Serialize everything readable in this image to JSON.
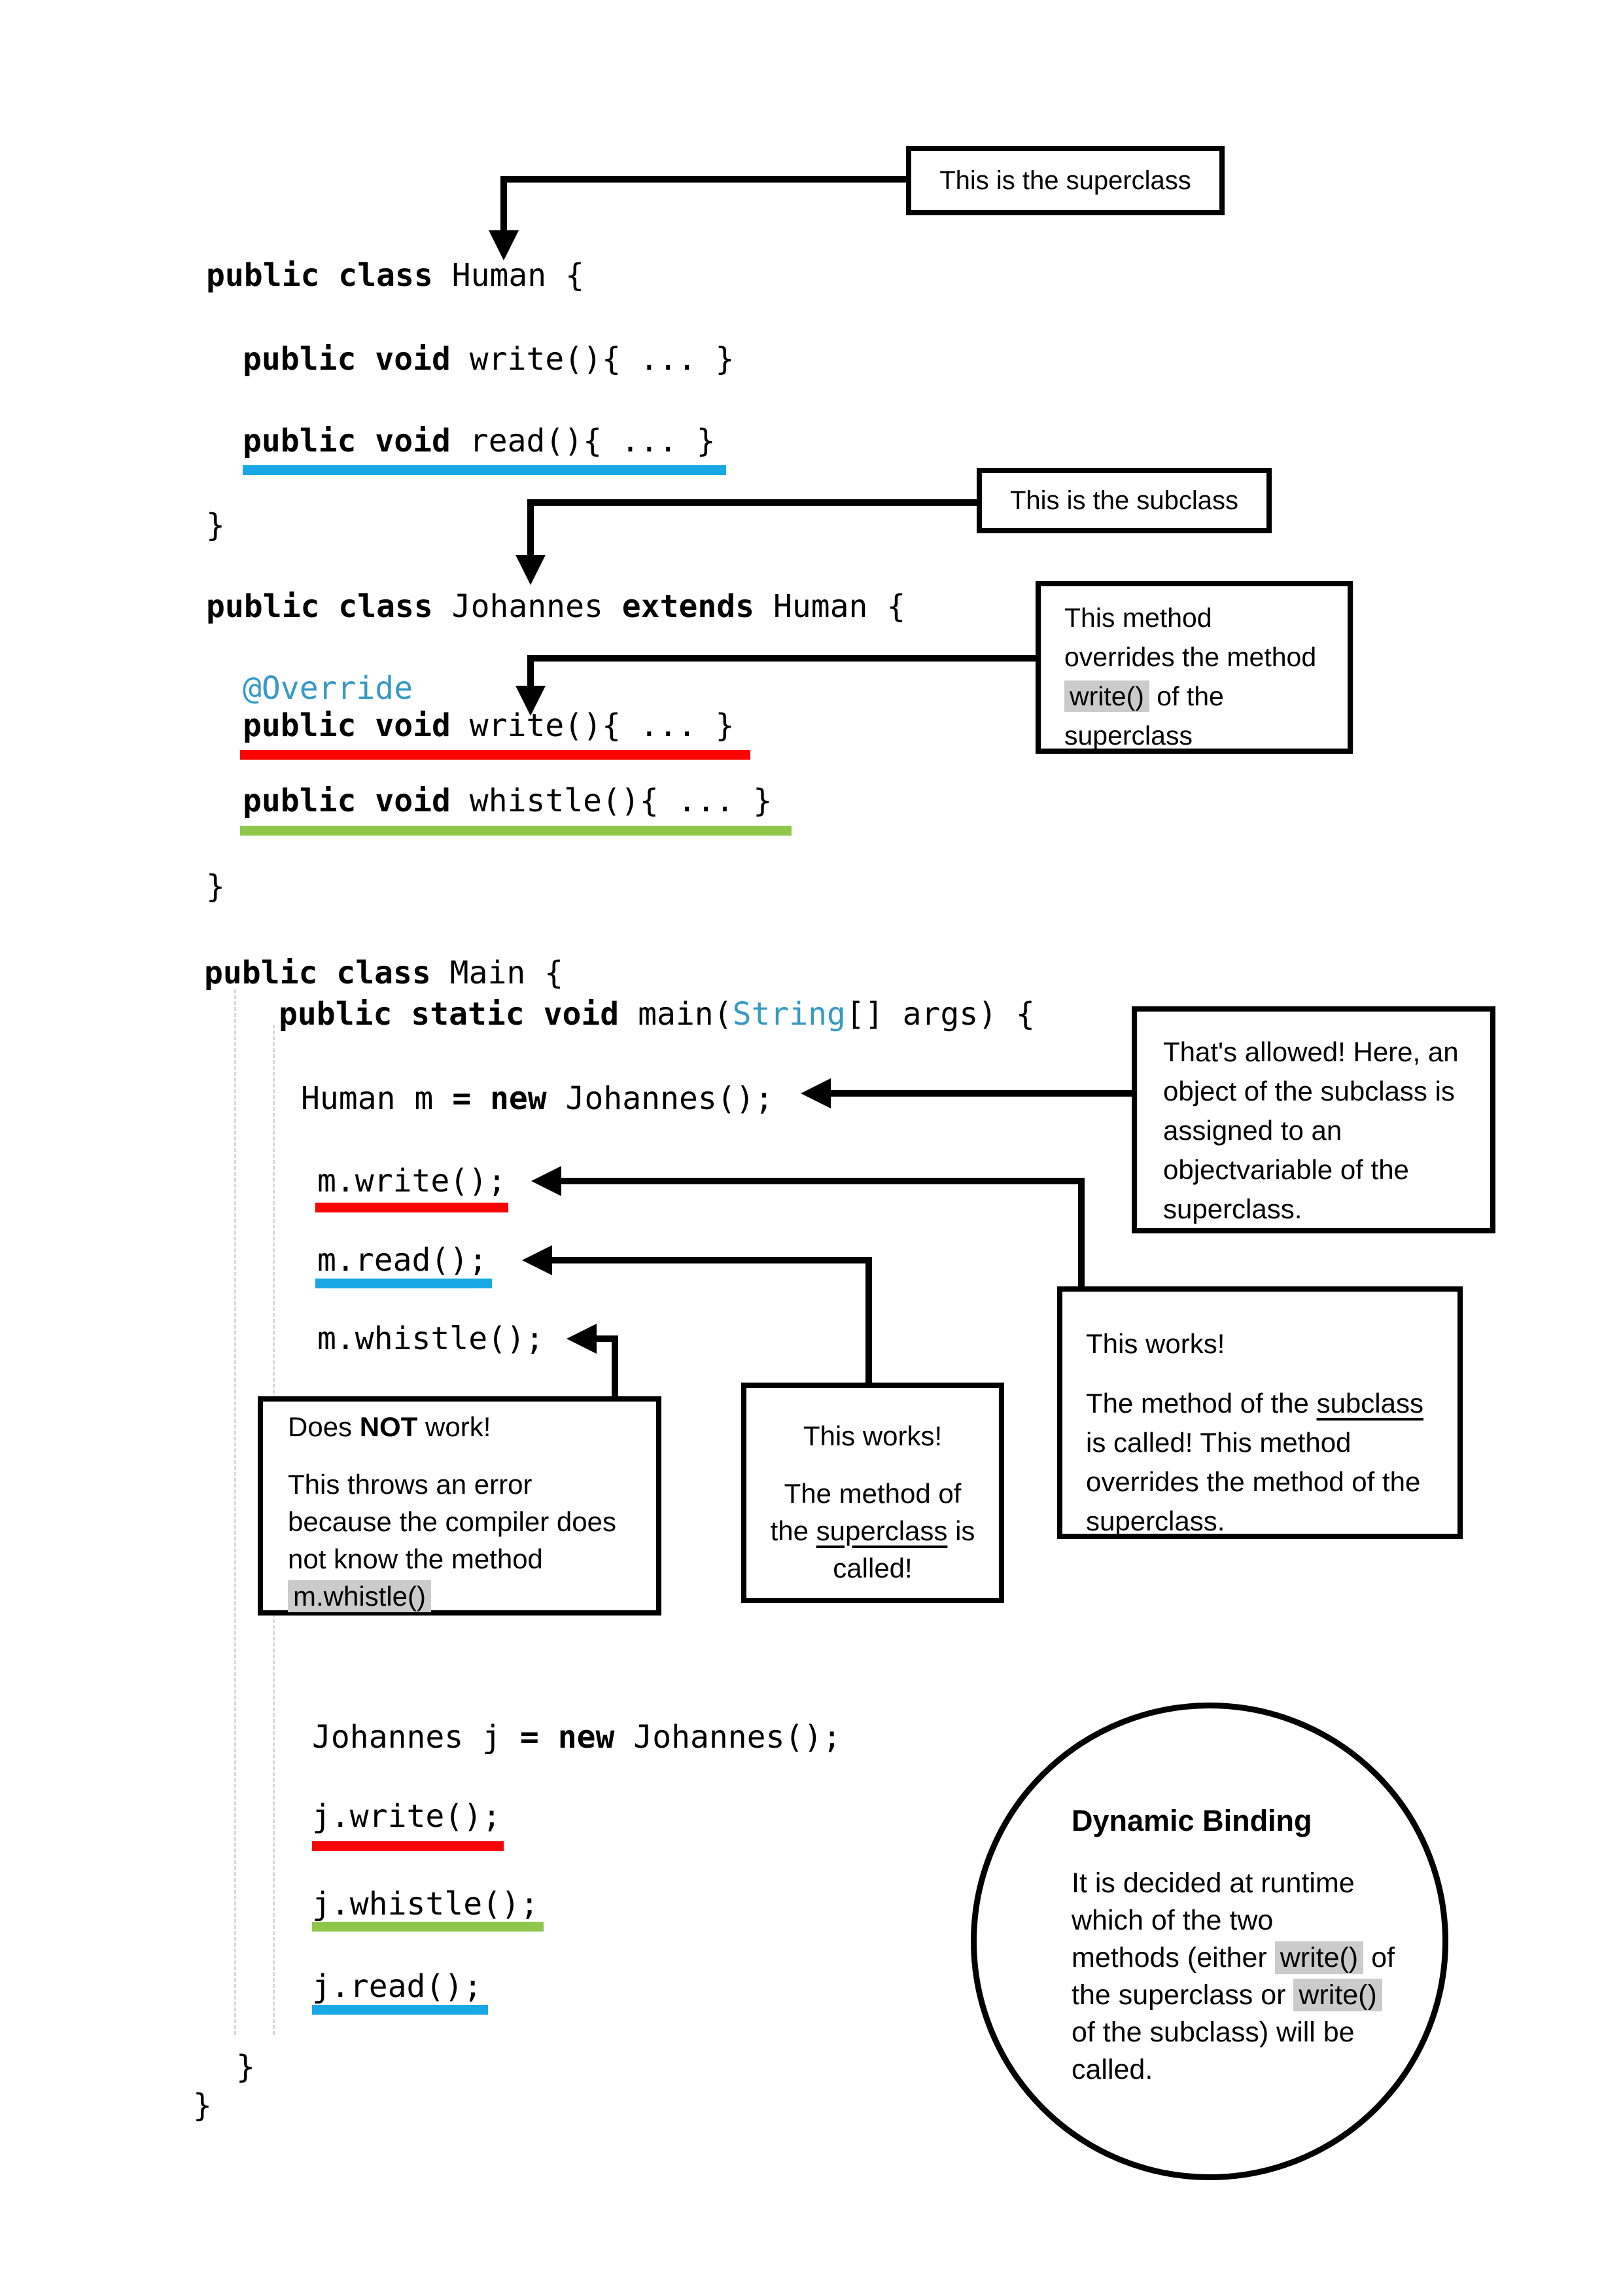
{
  "colors": {
    "blue": "#18a8e6",
    "red": "#f90400",
    "green": "#8fc74a",
    "syntax_blue": "#3799c6",
    "highlight": "#cbcbcb",
    "guide": "#d8d8d8"
  },
  "code": {
    "human_class": [
      {
        "t": "public class",
        "b": true
      },
      {
        "t": " Human {"
      }
    ],
    "human_write": [
      {
        "t": "public void",
        "b": true
      },
      {
        "t": " write(){ ... }"
      }
    ],
    "human_read": [
      {
        "t": "public void",
        "b": true
      },
      {
        "t": " read(){ ... }"
      }
    ],
    "human_close": [
      {
        "t": "}"
      }
    ],
    "johannes_class": [
      {
        "t": "public class",
        "b": true
      },
      {
        "t": " Johannes "
      },
      {
        "t": "extends",
        "b": true
      },
      {
        "t": " Human {"
      }
    ],
    "override_annotation": [
      {
        "t": "@Override",
        "c": true
      }
    ],
    "johannes_write": [
      {
        "t": "public void",
        "b": true
      },
      {
        "t": " write(){ ... }"
      }
    ],
    "johannes_whistle": [
      {
        "t": "public void",
        "b": true
      },
      {
        "t": " whistle(){ ... }"
      }
    ],
    "johannes_close": [
      {
        "t": "}"
      }
    ],
    "main_class": [
      {
        "t": "public class",
        "b": true
      },
      {
        "t": " Main {"
      }
    ],
    "main_method": [
      {
        "t": "public static void",
        "b": true
      },
      {
        "t": " main("
      },
      {
        "t": "String",
        "c": true
      },
      {
        "t": "[] args) {"
      }
    ],
    "human_m_decl": [
      {
        "t": "Human m "
      },
      {
        "t": "= new",
        "b": true
      },
      {
        "t": " Johannes();"
      }
    ],
    "m_write": [
      {
        "t": "m.write();"
      }
    ],
    "m_read": [
      {
        "t": "m.read();"
      }
    ],
    "m_whistle": [
      {
        "t": "m.whistle();"
      }
    ],
    "johannes_j_decl": [
      {
        "t": "Johannes j "
      },
      {
        "t": "= new",
        "b": true
      },
      {
        "t": " Johannes();"
      }
    ],
    "j_write": [
      {
        "t": "j.write();"
      }
    ],
    "j_whistle": [
      {
        "t": "j.whistle();"
      }
    ],
    "j_read": [
      {
        "t": "j.read();"
      }
    ],
    "main_method_close": [
      {
        "t": "}"
      }
    ],
    "main_class_close": [
      {
        "t": "}"
      }
    ]
  },
  "annotations": {
    "superclass_label": "This is the superclass",
    "subclass_label": "This is the subclass",
    "override_note": [
      "This method",
      "overrides the method",
      [
        {
          "t": "write()",
          "hl": true
        },
        {
          "t": " of the"
        }
      ],
      "superclass"
    ],
    "allowed_note": [
      "That's allowed! Here, an",
      "object of the subclass is",
      "assigned to an",
      "objectvariable of the",
      "superclass."
    ],
    "not_work_note": [
      [
        {
          "t": "Does "
        },
        {
          "t": "NOT",
          "b": true
        },
        {
          "t": " work!"
        }
      ],
      "",
      "This throws an error",
      "because the compiler does",
      "not know the method",
      [
        {
          "t": "m.whistle()",
          "hl": true
        }
      ]
    ],
    "works_superclass_note": [
      "This works!",
      "",
      "The method of",
      [
        {
          "t": "the "
        },
        {
          "t": "superclass",
          "u": true
        },
        {
          "t": " is"
        }
      ],
      "called!"
    ],
    "works_subclass_note": [
      "This works!",
      "",
      [
        {
          "t": "The method of the "
        },
        {
          "t": "subclass",
          "u": true
        }
      ],
      "is called! This method",
      "overrides the method of the",
      "superclass."
    ],
    "dynamic_binding": {
      "title": "Dynamic Binding",
      "body": [
        "It is decided at runtime",
        "which of the two",
        [
          {
            "t": "methods (either "
          },
          {
            "t": "write()",
            "hl": true
          },
          {
            "t": " of"
          }
        ],
        [
          {
            "t": "the superclass or "
          },
          {
            "t": "write()",
            "hl": true
          }
        ],
        "of the subclass) will be",
        "called."
      ]
    }
  }
}
